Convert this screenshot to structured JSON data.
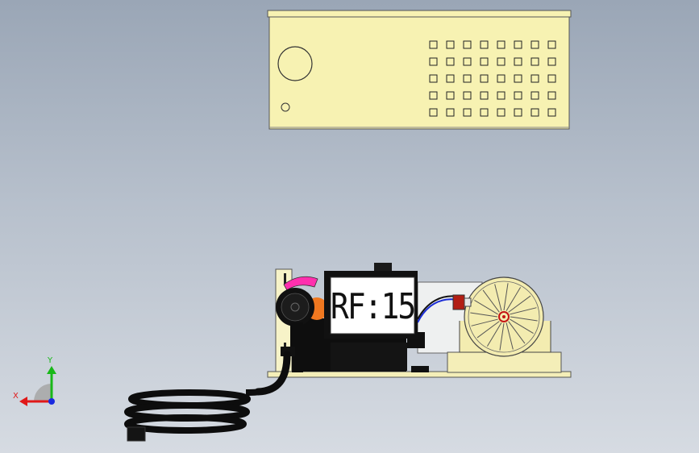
{
  "viewport": {
    "background_top": "#9aa6b6",
    "background_bottom": "#d6dbe2"
  },
  "model": {
    "display_text": "RF:15",
    "cover_color": "#f7f2b2",
    "base_color": "#f4eeb8",
    "sleeve_color": "#ff2fae",
    "cable_color": "#0d0d0d",
    "wire_colors": [
      "#1a2cd6",
      "#c82020"
    ],
    "cover_vent_grid": {
      "rows": 5,
      "columns": 8
    }
  },
  "triad": {
    "x_label": "X",
    "y_label": "Y",
    "x_color": "#e01818",
    "y_color": "#18b818",
    "z_color": "#1a2ae0"
  }
}
